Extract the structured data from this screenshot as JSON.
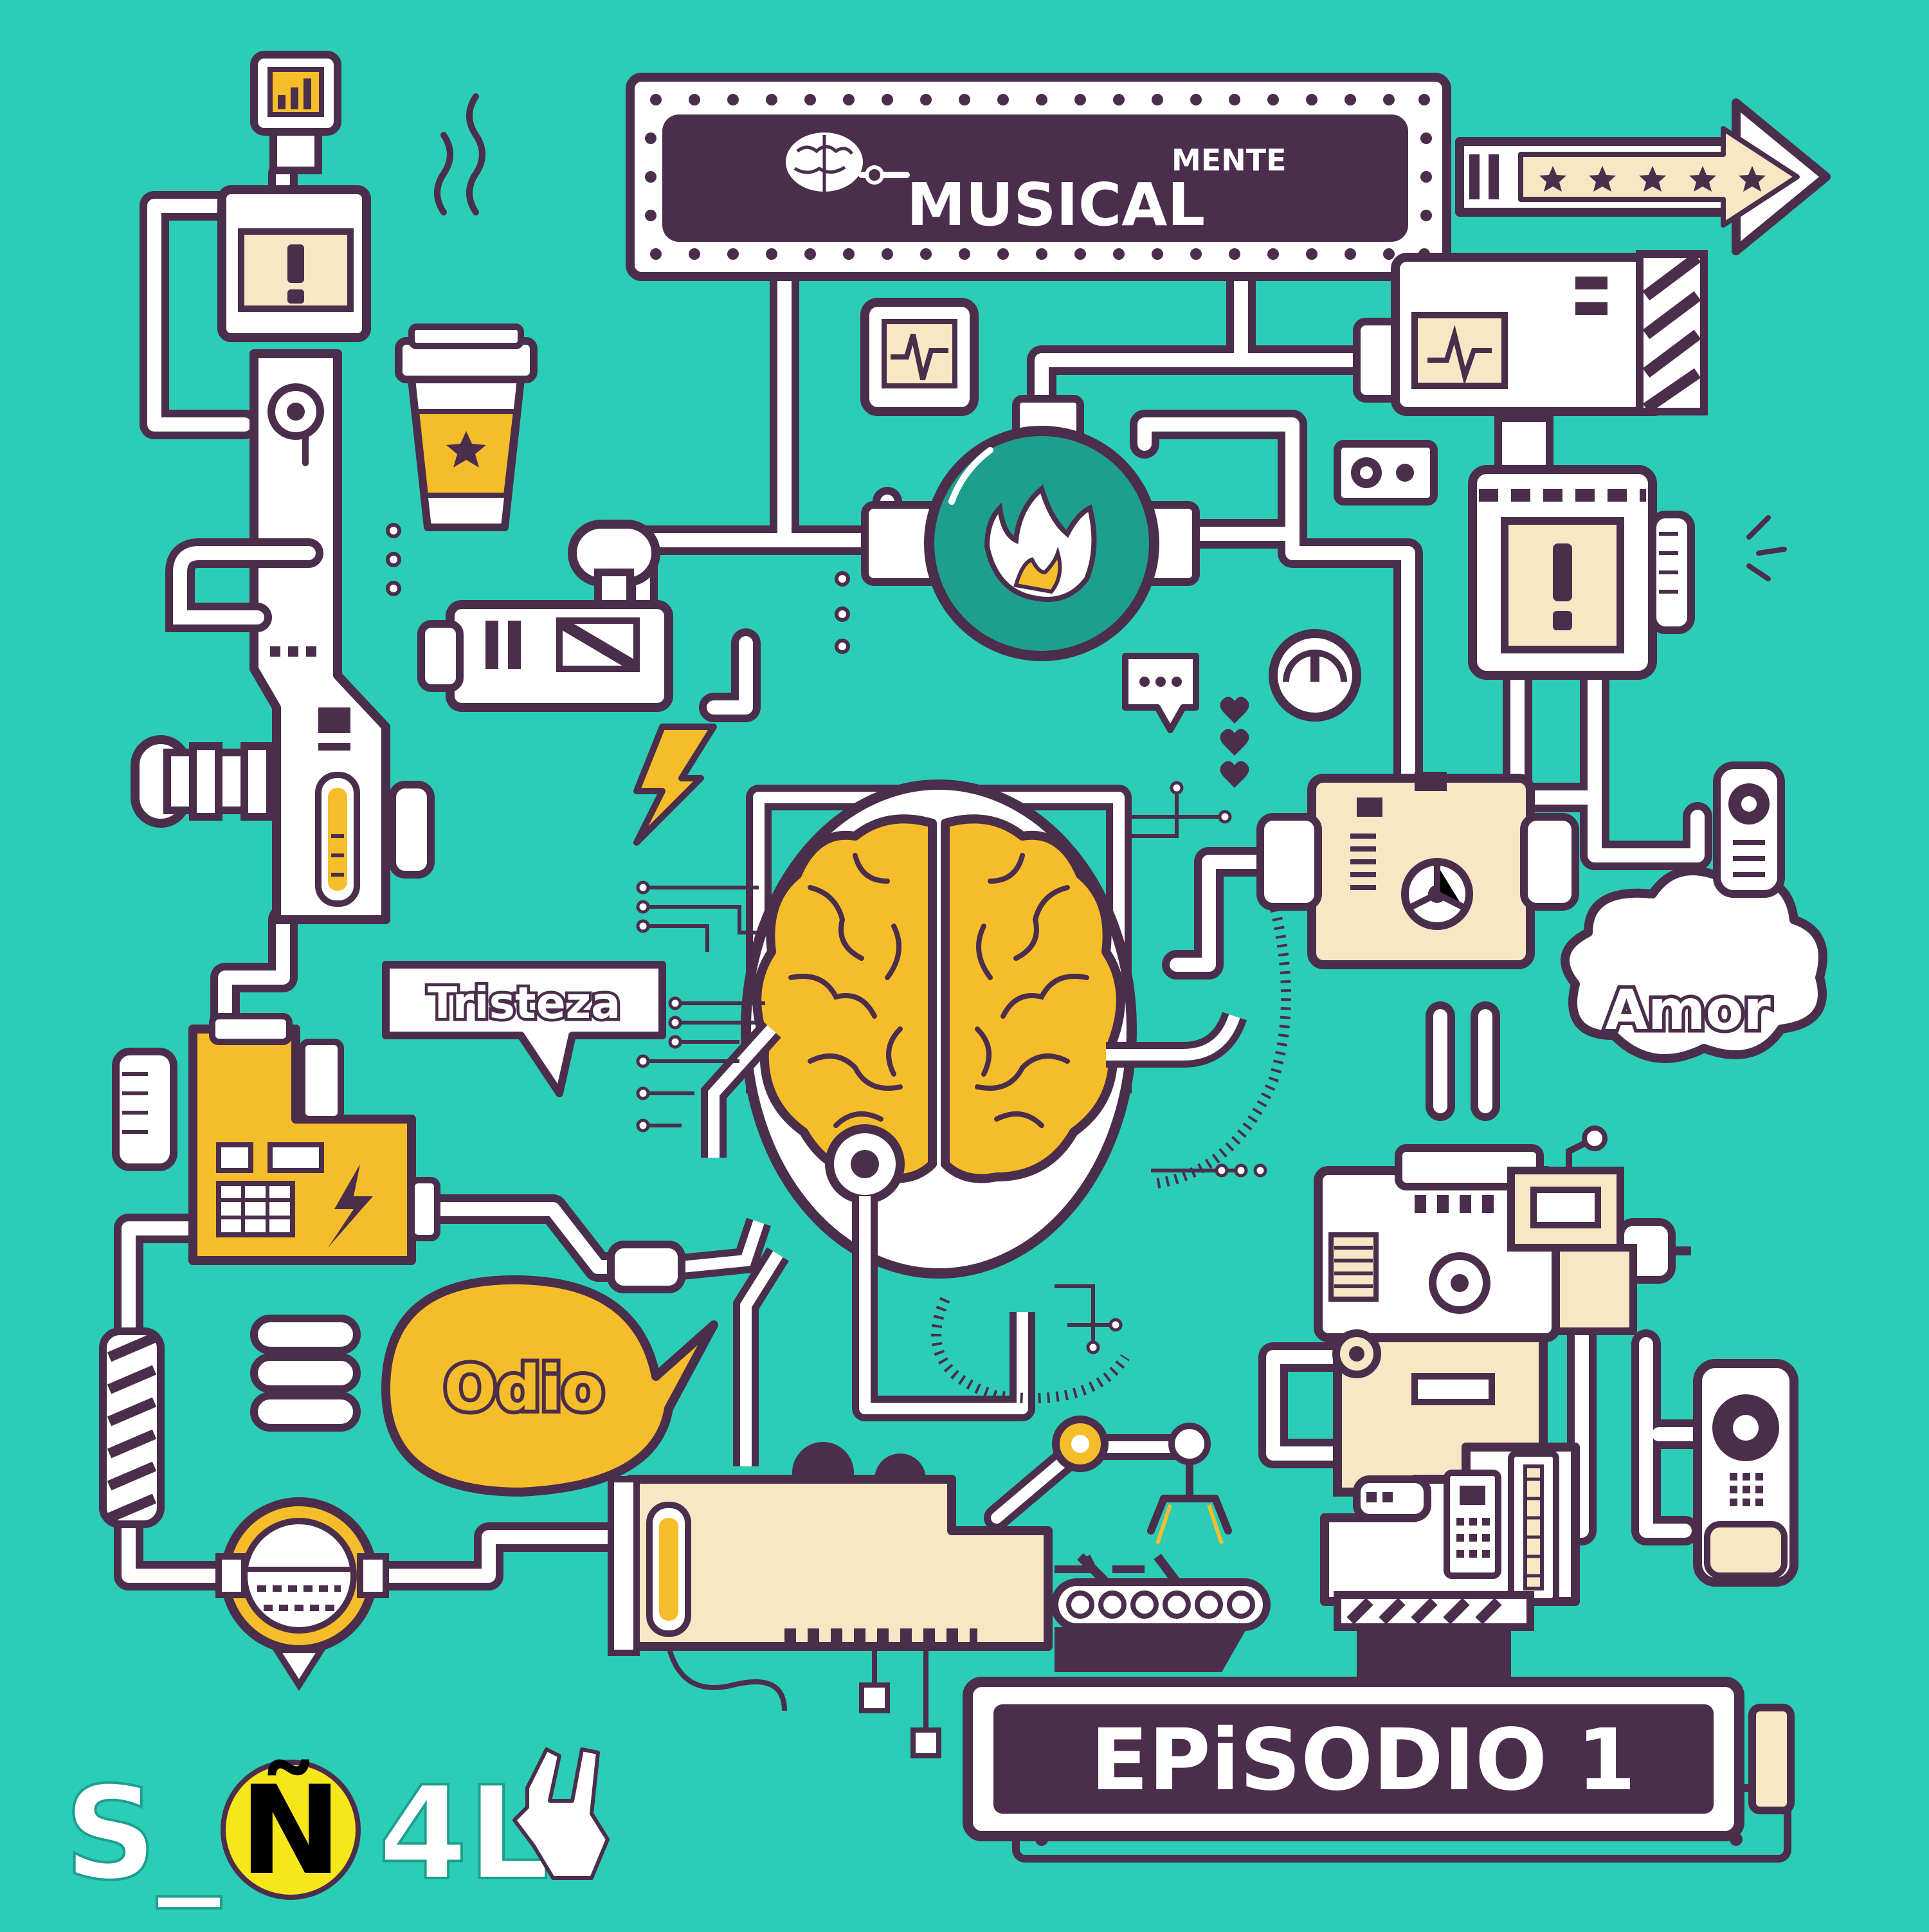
{
  "colors": {
    "background": "#2ccdb6",
    "outline": "#4b2d4c",
    "cream": "#f8e7c4",
    "white": "#ffffff",
    "yellow": "#f6bd2b",
    "dark_teal": "#1e9f8e"
  },
  "sign": {
    "title": "MUSICAL",
    "superscript": "MENTE",
    "arrow_stars": 5
  },
  "bubbles": {
    "tristeza": "Tristeza",
    "amor": "Amor",
    "odio": "Odio"
  },
  "episode_label": "EPiSODIO 1",
  "logo": {
    "part1": "S_",
    "circle_letter": "Ñ",
    "part2": "4L"
  },
  "icons": [
    "brain-icon",
    "flame-icon",
    "lightning-icon",
    "coffee-cup-icon",
    "star-icon",
    "heart-icon",
    "chat-dots-icon",
    "rock-hand-icon",
    "gear-icon",
    "gauge-icon"
  ]
}
